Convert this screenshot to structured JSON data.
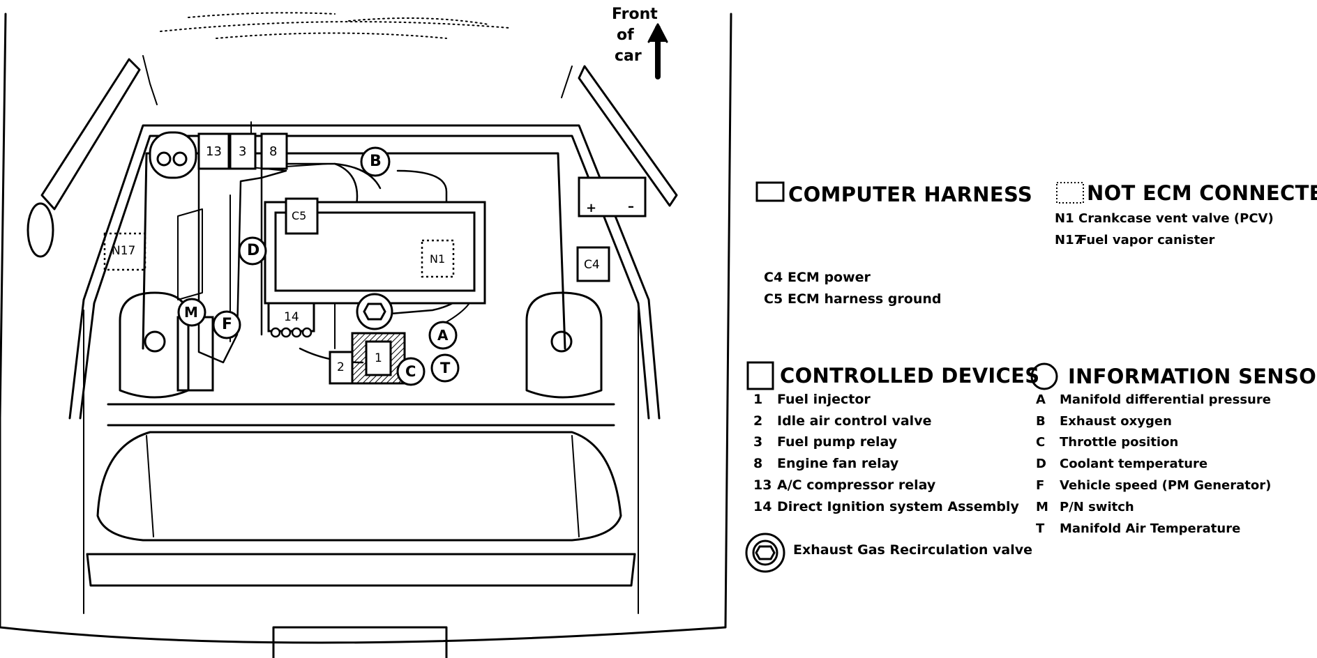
{
  "orientation": {
    "text_line1": "Front",
    "text_line2": "of",
    "text_line3": "car"
  },
  "diagram_labels": {
    "relay_13": "13",
    "relay_3": "3",
    "relay_8": "8",
    "sensor_B": "B",
    "ground_C5": "C5",
    "sensor_D": "D",
    "canister_N17": "N17",
    "valve_N1": "N1",
    "power_C4": "C4",
    "sensor_M": "M",
    "sensor_F": "F",
    "dis_14": "14",
    "sensor_A": "A",
    "device_2": "2",
    "device_1": "1",
    "sensor_C": "C",
    "sensor_T": "T",
    "battery_plus": "+",
    "battery_minus": "–"
  },
  "legend": {
    "computer_harness": {
      "title": "COMPUTER HARNESS",
      "items": [
        {
          "key": "C4",
          "label": "ECM power"
        },
        {
          "key": "C5",
          "label": "ECM harness ground"
        }
      ]
    },
    "not_ecm": {
      "title": "NOT ECM CONNECTED",
      "items": [
        {
          "key": "N1",
          "label": "Crankcase vent valve (PCV)"
        },
        {
          "key": "N17",
          "label": "Fuel vapor canister"
        }
      ]
    },
    "controlled_devices": {
      "title": "CONTROLLED DEVICES",
      "items": [
        {
          "key": "1",
          "label": "Fuel injector"
        },
        {
          "key": "2",
          "label": "Idle air control valve"
        },
        {
          "key": "3",
          "label": "Fuel pump relay"
        },
        {
          "key": "8",
          "label": "Engine fan relay"
        },
        {
          "key": "13",
          "label": "A/C compressor relay"
        },
        {
          "key": "14",
          "label": "Direct Ignition system Assembly"
        }
      ]
    },
    "information_sensors": {
      "title": "INFORMATION SENSORS",
      "items": [
        {
          "key": "A",
          "label": "Manifold differential pressure"
        },
        {
          "key": "B",
          "label": "Exhaust oxygen"
        },
        {
          "key": "C",
          "label": "Throttle position"
        },
        {
          "key": "D",
          "label": "Coolant temperature"
        },
        {
          "key": "F",
          "label": "Vehicle speed  (PM Generator)"
        },
        {
          "key": "M",
          "label": "P/N switch"
        },
        {
          "key": "T",
          "label": "Manifold Air Temperature"
        }
      ]
    },
    "egr": {
      "label": "Exhaust Gas Recirculation valve"
    }
  }
}
